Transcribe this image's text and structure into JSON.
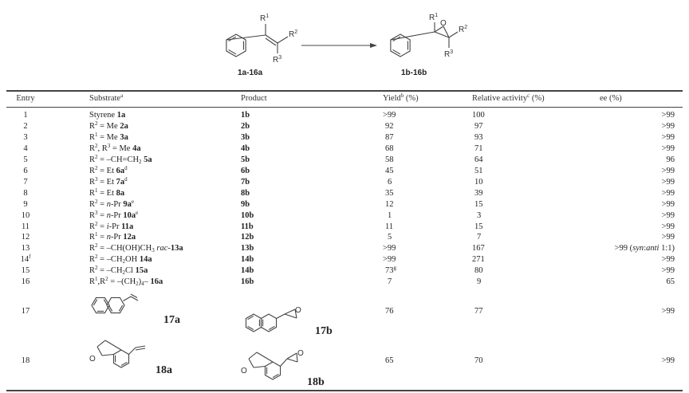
{
  "scheme": {
    "substrate_label": "1a-16a",
    "product_label": "1b-16b",
    "r1": "R",
    "r1_sup": "1",
    "r2": "R",
    "r2_sup": "2",
    "r3": "R",
    "r3_sup": "3",
    "oxygen": "O"
  },
  "table": {
    "headers": {
      "entry": "Entry",
      "substrate": "Substrate",
      "substrate_note": "a",
      "product": "Product",
      "yield": "Yield",
      "yield_note": "b",
      "yield_unit": " (%)",
      "activity": "Relative activity",
      "activity_note": "c",
      "activity_unit": " (%)",
      "ee": "ee (%)"
    },
    "rows": [
      {
        "entry": "1",
        "substrate": [
          [
            "Styrene ",
            ""
          ],
          [
            "1a",
            "b"
          ]
        ],
        "product": "1b",
        "yield": ">99",
        "activity": "100",
        "ee": [
          [
            ">99",
            ""
          ]
        ]
      },
      {
        "entry": "2",
        "substrate": [
          [
            "R",
            ""
          ],
          [
            "2",
            "sup"
          ],
          [
            " = Me ",
            ""
          ],
          [
            "2a",
            "b"
          ]
        ],
        "product": "2b",
        "yield": "92",
        "activity": "97",
        "ee": [
          [
            ">99",
            ""
          ]
        ]
      },
      {
        "entry": "3",
        "substrate": [
          [
            "R",
            ""
          ],
          [
            "1",
            "sup"
          ],
          [
            " = Me ",
            ""
          ],
          [
            "3a",
            "b"
          ]
        ],
        "product": "3b",
        "yield": "87",
        "activity": "93",
        "ee": [
          [
            ">99",
            ""
          ]
        ]
      },
      {
        "entry": "4",
        "substrate": [
          [
            "R",
            ""
          ],
          [
            "2",
            "sup"
          ],
          [
            ", R",
            ""
          ],
          [
            "3",
            "sup"
          ],
          [
            " = Me ",
            ""
          ],
          [
            "4a",
            "b"
          ]
        ],
        "product": "4b",
        "yield": "68",
        "activity": "71",
        "ee": [
          [
            ">99",
            ""
          ]
        ]
      },
      {
        "entry": "5",
        "substrate": [
          [
            "R",
            ""
          ],
          [
            "2",
            "sup"
          ],
          [
            " = –CH=CH",
            ""
          ],
          [
            "2",
            "sub"
          ],
          [
            " ",
            ""
          ],
          [
            "5a",
            "b"
          ]
        ],
        "product": "5b",
        "yield": "58",
        "activity": "64",
        "ee": [
          [
            "96",
            ""
          ]
        ]
      },
      {
        "entry": "6",
        "substrate": [
          [
            "R",
            ""
          ],
          [
            "2",
            "sup"
          ],
          [
            " = Et ",
            ""
          ],
          [
            "6a",
            "b"
          ],
          [
            "d",
            "sup"
          ]
        ],
        "product": "6b",
        "yield": "45",
        "activity": "51",
        "ee": [
          [
            ">99",
            ""
          ]
        ]
      },
      {
        "entry": "7",
        "substrate": [
          [
            "R",
            ""
          ],
          [
            "3",
            "sup"
          ],
          [
            " = Et ",
            ""
          ],
          [
            "7a",
            "b"
          ],
          [
            "d",
            "sup"
          ]
        ],
        "product": "7b",
        "yield": "6",
        "activity": "10",
        "ee": [
          [
            ">99",
            ""
          ]
        ]
      },
      {
        "entry": "8",
        "substrate": [
          [
            "R",
            ""
          ],
          [
            "1",
            "sup"
          ],
          [
            " = Et ",
            ""
          ],
          [
            "8a",
            "b"
          ]
        ],
        "product": "8b",
        "yield": "35",
        "activity": "39",
        "ee": [
          [
            ">99",
            ""
          ]
        ]
      },
      {
        "entry": "9",
        "substrate": [
          [
            "R",
            ""
          ],
          [
            "2",
            "sup"
          ],
          [
            " = ",
            ""
          ],
          [
            "n",
            "i"
          ],
          [
            "-Pr ",
            ""
          ],
          [
            "9a",
            "b"
          ],
          [
            "e",
            "sup"
          ]
        ],
        "product": "9b",
        "yield": "12",
        "activity": "15",
        "ee": [
          [
            ">99",
            ""
          ]
        ]
      },
      {
        "entry": "10",
        "substrate": [
          [
            "R",
            ""
          ],
          [
            "3",
            "sup"
          ],
          [
            " = ",
            ""
          ],
          [
            "n",
            "i"
          ],
          [
            "-Pr ",
            ""
          ],
          [
            "10a",
            "b"
          ],
          [
            "e",
            "sup"
          ]
        ],
        "product": "10b",
        "yield": "1",
        "activity": "3",
        "ee": [
          [
            ">99",
            ""
          ]
        ]
      },
      {
        "entry": "11",
        "substrate": [
          [
            "R",
            ""
          ],
          [
            "2",
            "sup"
          ],
          [
            " = ",
            ""
          ],
          [
            "i",
            "i"
          ],
          [
            "-Pr ",
            ""
          ],
          [
            "11a",
            "b"
          ]
        ],
        "product": "11b",
        "yield": "11",
        "activity": "15",
        "ee": [
          [
            ">99",
            ""
          ]
        ]
      },
      {
        "entry": "12",
        "substrate": [
          [
            "R",
            ""
          ],
          [
            "1",
            "sup"
          ],
          [
            " = ",
            ""
          ],
          [
            "n",
            "i"
          ],
          [
            "-Pr ",
            ""
          ],
          [
            "12a",
            "b"
          ]
        ],
        "product": "12b",
        "yield": "5",
        "activity": "7",
        "ee": [
          [
            ">99",
            ""
          ]
        ]
      },
      {
        "entry": "13",
        "substrate": [
          [
            "R",
            ""
          ],
          [
            "2",
            "sup"
          ],
          [
            " = –CH(OH)CH",
            ""
          ],
          [
            "3",
            "sub"
          ],
          [
            " ",
            ""
          ],
          [
            "rac",
            "i"
          ],
          [
            "-",
            ""
          ],
          [
            "13a",
            "b"
          ]
        ],
        "product": "13b",
        "yield": ">99",
        "activity": "167",
        "ee": [
          [
            ">99 (",
            ""
          ],
          [
            "syn",
            "i"
          ],
          [
            ":",
            ""
          ],
          [
            "anti",
            "i"
          ],
          [
            " 1:1)",
            ""
          ]
        ]
      },
      {
        "entry": "14",
        "entry_note": "f",
        "substrate": [
          [
            "R",
            ""
          ],
          [
            "2",
            "sup"
          ],
          [
            " = –CH",
            ""
          ],
          [
            "2",
            "sub"
          ],
          [
            "OH ",
            ""
          ],
          [
            "14a",
            "b"
          ]
        ],
        "product": "14b",
        "yield": ">99",
        "activity": "271",
        "ee": [
          [
            ">99",
            ""
          ]
        ]
      },
      {
        "entry": "15",
        "substrate": [
          [
            "R",
            ""
          ],
          [
            "2",
            "sup"
          ],
          [
            " = –CH",
            ""
          ],
          [
            "2",
            "sub"
          ],
          [
            "Cl ",
            ""
          ],
          [
            "15a",
            "b"
          ]
        ],
        "product": "14b",
        "yield": "73",
        "yield_note": "g",
        "activity": "80",
        "ee": [
          [
            ">99",
            ""
          ]
        ]
      },
      {
        "entry": "16",
        "substrate": [
          [
            "R",
            ""
          ],
          [
            "1",
            "sup"
          ],
          [
            ",R",
            ""
          ],
          [
            "2",
            "sup"
          ],
          [
            " = –(CH",
            ""
          ],
          [
            "2",
            "sub"
          ],
          [
            ")",
            ""
          ],
          [
            "4",
            "sub"
          ],
          [
            "– ",
            ""
          ],
          [
            "16a",
            "b"
          ]
        ],
        "product": "16b",
        "yield": "7",
        "activity": "9",
        "ee": [
          [
            "65",
            ""
          ]
        ]
      },
      {
        "entry": "17",
        "substrate_label": "17a",
        "product": "17b",
        "yield": "76",
        "activity": "77",
        "ee": [
          [
            ">99",
            ""
          ]
        ]
      },
      {
        "entry": "18",
        "substrate_label": "18a",
        "product": "18b",
        "yield": "65",
        "activity": "70",
        "ee": [
          [
            ">99",
            ""
          ]
        ],
        "ring_oxygen": "O"
      }
    ]
  }
}
